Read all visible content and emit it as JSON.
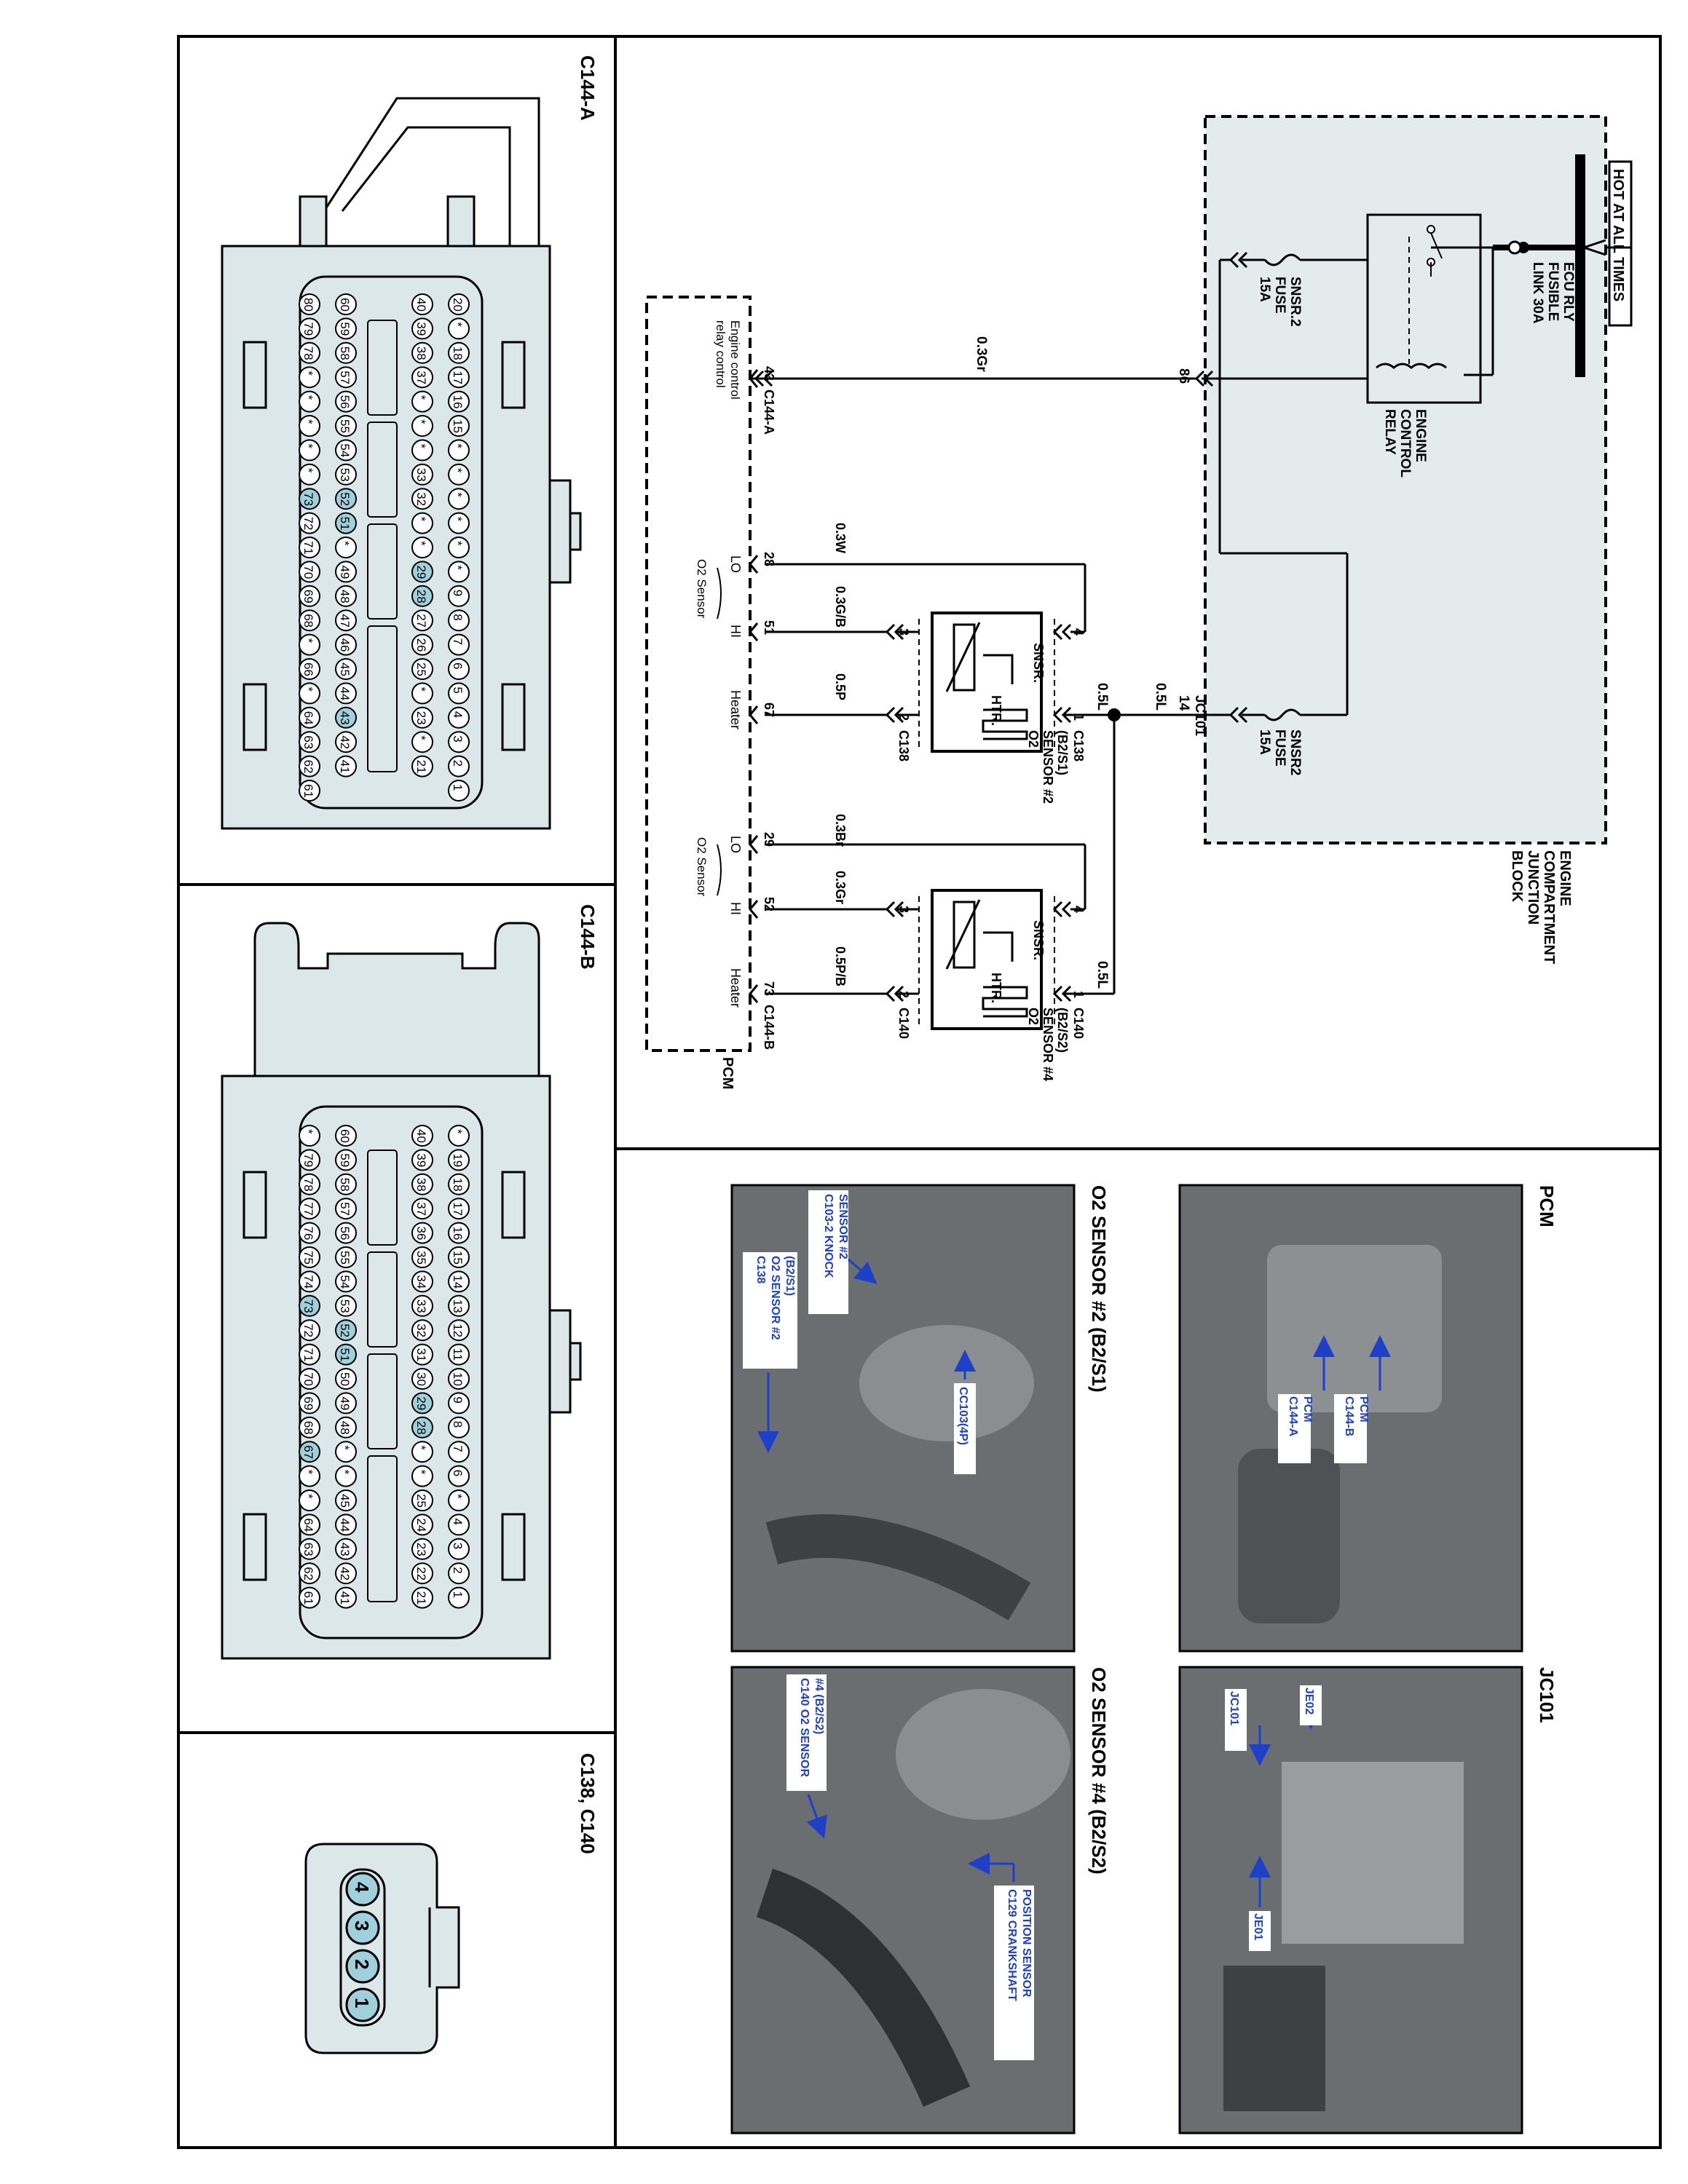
{
  "connector_views": {
    "c144a": {
      "title": "C144-A",
      "pins": [
        [
          "20",
          "*",
          "18",
          "17",
          "16",
          "15",
          "*",
          "*",
          "*",
          "*",
          "*",
          "*",
          "9",
          "8",
          "7",
          "6",
          "5",
          "4",
          "3",
          "2",
          "1"
        ],
        [
          "40",
          "39",
          "38",
          "37",
          "*",
          "*",
          "*",
          "33",
          "32",
          "*",
          "*",
          "29",
          "28",
          "27",
          "26",
          "25",
          "*",
          "23",
          "*",
          "21"
        ],
        [
          "60",
          "59",
          "58",
          "57",
          "56",
          "55",
          "54",
          "53",
          "52",
          "51",
          "*",
          "49",
          "48",
          "47",
          "46",
          "45",
          "44",
          "43",
          "42",
          "41"
        ],
        [
          "80",
          "79",
          "78",
          "*",
          "*",
          "*",
          "*",
          "*",
          "73",
          "72",
          "71",
          "70",
          "69",
          "68",
          "*",
          "66",
          "*",
          "64",
          "63",
          "62",
          "61"
        ]
      ],
      "highlighted": [
        "43",
        "51",
        "52",
        "67",
        "73",
        "28",
        "29"
      ]
    },
    "c144b": {
      "title": "C144-B",
      "pins": [
        [
          "*",
          "19",
          "18",
          "17",
          "16",
          "15",
          "14",
          "13",
          "12",
          "11",
          "10",
          "9",
          "8",
          "7",
          "6",
          "*",
          "4",
          "3",
          "2",
          "1"
        ],
        [
          "40",
          "39",
          "38",
          "37",
          "36",
          "35",
          "34",
          "33",
          "32",
          "31",
          "30",
          "29",
          "28",
          "*",
          "*",
          "25",
          "24",
          "23",
          "22",
          "21"
        ],
        [
          "60",
          "59",
          "58",
          "57",
          "56",
          "55",
          "54",
          "53",
          "52",
          "51",
          "50",
          "49",
          "48",
          "*",
          "*",
          "45",
          "44",
          "43",
          "42",
          "41"
        ],
        [
          "*",
          "79",
          "78",
          "77",
          "76",
          "75",
          "74",
          "73",
          "72",
          "71",
          "70",
          "69",
          "68",
          "67",
          "*",
          "*",
          "64",
          "63",
          "62",
          "61"
        ]
      ],
      "highlighted": [
        "28",
        "29",
        "51",
        "52",
        "67",
        "73"
      ]
    },
    "c138_c140": {
      "title": "C138, C140",
      "pins": [
        "4",
        "3",
        "2",
        "1"
      ]
    }
  },
  "schematic": {
    "hot_at_all_times": "HOT AT ALL TIMES",
    "fusible_link": [
      "ECU RLY",
      "FUSIBLE",
      "LINK 30A"
    ],
    "relay": [
      "ENGINE",
      "CONTROL",
      "RELAY"
    ],
    "fuse1": [
      "SNSR.2",
      "FUSE",
      "15A"
    ],
    "fuse2": [
      "SNSR2",
      "FUSE",
      "15A"
    ],
    "junction_block": [
      "ENGINE",
      "COMPARTMENT",
      "JUNCTION",
      "BLOCK"
    ],
    "pin86": "86",
    "pin14": "14",
    "jc101": "JC101",
    "wire_03gr": "0.3Gr",
    "wire_05l_a": "0.5L",
    "wire_05l_b": "0.5L",
    "wire_05l_c": "0.5L",
    "sensor1": {
      "name": [
        "O2",
        "SENSOR #2",
        "(B2/S1)"
      ],
      "conn": "C138",
      "wires": [
        "0.3W",
        "0.3G/B",
        "0.5P"
      ],
      "pcm_pins": [
        "28",
        "51",
        "67"
      ],
      "sensor_pins": [
        "4",
        "3",
        "2",
        "1"
      ]
    },
    "sensor2": {
      "name": [
        "O2",
        "SENSOR #4",
        "(B2/S2)"
      ],
      "conn": "C140",
      "wires": [
        "0.3Br",
        "0.3Gr",
        "0.5P/B"
      ],
      "pcm_pins": [
        "29",
        "52",
        "73"
      ],
      "sensor_pins": [
        "4",
        "3",
        "2",
        "1"
      ]
    },
    "snsr": "SNSR.",
    "htr": "HTR.",
    "pcm": {
      "name": "PCM",
      "pin43": "43",
      "conn_a": "C144-A",
      "conn_b": "C144-B",
      "relay_control": [
        "Engine control",
        "relay control"
      ],
      "lo": "LO",
      "hi": "HI",
      "heater": "Heater",
      "o2_sensor": "O2 Sensor"
    }
  },
  "photos": {
    "pcm": {
      "title": "PCM",
      "labels": [
        "C144-B",
        "PCM",
        "C144-A",
        "PCM"
      ]
    },
    "jc101": {
      "title": "JC101",
      "labels": [
        "JE02",
        "JC101",
        "JE01"
      ]
    },
    "o2s2": {
      "title": "O2 SENSOR #2 (B2/S1)",
      "labels": [
        "C103-2 KNOCK",
        "SENSOR #2",
        "C138",
        "O2 SENSOR #2",
        "(B2/S1)",
        "CC103(4P)"
      ]
    },
    "o2s4": {
      "title": "O2 SENSOR #4 (B2/S2)",
      "labels": [
        "C140 O2 SENSOR",
        "#4 (B2/S2)",
        "C129 CRANKSHAFT",
        "POSITION SENSOR"
      ]
    }
  },
  "colors": {
    "connector_fill": "#dce7ea",
    "pin_highlight": "#9fd0dc",
    "junction_fill": "#e3ebec",
    "photo_label": "#1e40c8"
  }
}
